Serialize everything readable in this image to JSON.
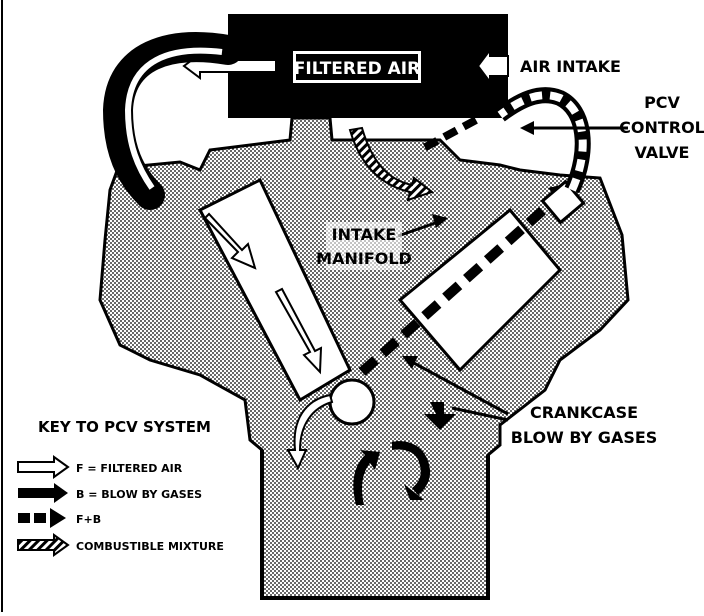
{
  "labels": {
    "filtered_air": "FILTERED AIR",
    "air_intake": "AIR INTAKE",
    "pcv_line1": "PCV",
    "pcv_line2": "CONTROL",
    "pcv_line3": "VALVE",
    "intake_line1": "INTAKE",
    "intake_line2": "MANIFOLD",
    "crankcase_line1": "CRANKCASE",
    "crankcase_line2": "BLOW BY GASES"
  },
  "key": {
    "heading": "KEY TO PCV SYSTEM",
    "items": [
      {
        "icon": "hollow-arrow-icon",
        "text": "F = FILTERED AIR"
      },
      {
        "icon": "solid-arrow-icon",
        "text": "B = BLOW BY GASES"
      },
      {
        "icon": "dashed-arrow-icon",
        "text": "F+B"
      },
      {
        "icon": "hatched-arrow-icon",
        "text": "COMBUSTIBLE MIXTURE"
      }
    ]
  },
  "colors": {
    "ink": "#000000",
    "paper": "#ffffff",
    "stipple": "#8a8a8a"
  }
}
